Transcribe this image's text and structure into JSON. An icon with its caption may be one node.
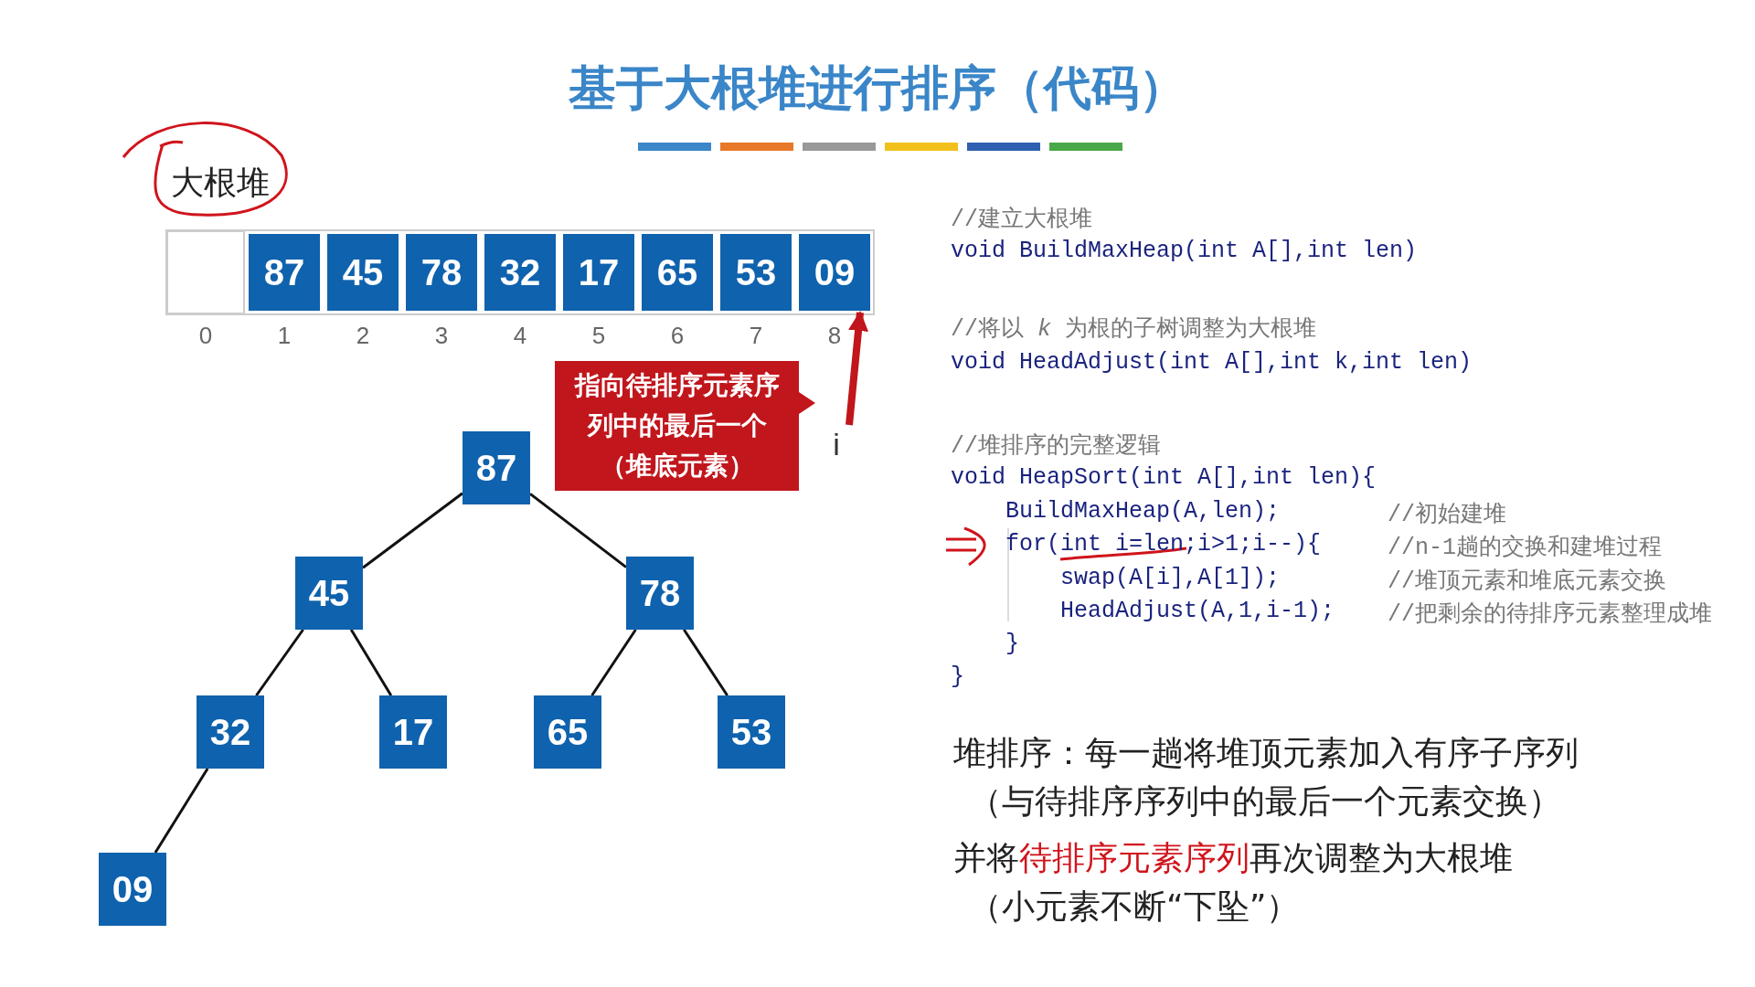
{
  "diagram": {
    "title": "基于大根堆进行排序（代码）",
    "nodes": [
      {
        "text": [
          "大根堆"
        ]
      },
      {
        "text": [],
        "shape": "box"
      },
      {
        "text": [
          "87"
        ]
      },
      {
        "text": [
          "45"
        ]
      },
      {
        "text": [
          "78"
        ]
      },
      {
        "text": [
          "32"
        ]
      },
      {
        "text": [
          "17"
        ]
      },
      {
        "text": [
          "65"
        ]
      },
      {
        "text": [
          "53"
        ]
      },
      {
        "text": [
          "09"
        ]
      },
      {
        "text": [
          "指向待排序元素序列中的最后一个（堆底元素）"
        ]
      },
      {
        "text": [
          "i"
        ]
      },
      {
        "text": [
          "87"
        ]
      },
      {
        "text": [
          "45"
        ]
      },
      {
        "text": [
          "78"
        ]
      },
      {
        "text": [
          "32"
        ]
      },
      {
        "text": [
          "17"
        ]
      },
      {
        "text": [
          "65"
        ]
      },
      {
        "text": [
          "53"
        ]
      },
      {
        "text": [
          "09"
        ]
      }
    ],
    "edges": [
      {
        "from": 11,
        "to": 9,
        "arrow": "to",
        "color": "#c0161c",
        "style": "thick"
      },
      {
        "from": 12,
        "to": 13,
        "arrow": "none"
      },
      {
        "from": 12,
        "to": 14,
        "arrow": "none"
      },
      {
        "from": 13,
        "to": 15,
        "arrow": "none"
      },
      {
        "from": 13,
        "to": 16,
        "arrow": "none"
      },
      {
        "from": 14,
        "to": 17,
        "arrow": "none"
      },
      {
        "from": 14,
        "to": 18,
        "arrow": "none"
      },
      {
        "from": 15,
        "to": 19,
        "arrow": "none"
      }
    ],
    "labels": [
      "0",
      "1",
      "2",
      "3",
      "4",
      "5",
      "6",
      "7",
      "8",
      "//建立大根堆",
      "void BuildMaxHeap(int A[],int len)",
      "//将以 *k* 为根的子树调整为大根堆",
      "void HeadAdjust(int A[],int k,int len)",
      "//堆排序的完整逻辑",
      "void HeapSort(int A[],int len){",
      "BuildMaxHeap(A,len);",
      "//初始建堆",
      "for(int i=len;i>1;i--){",
      "//n-1趟的交换和建堆过程",
      "swap(A[i],A[1]);",
      "//堆顶元素和堆底元素交换",
      "HeadAdjust(A,1,i-1);",
      "//把剩余的待排序元素整理成堆",
      "}",
      "}",
      "堆排序：每一趟将堆顶元素加入有序子序列",
      "（与待排序序列中的最后一个元素交换）",
      "并将",
      "待排序元素序列",
      "再次调整为大根堆",
      "（小元素不断“下坠”）"
    ]
  }
}
